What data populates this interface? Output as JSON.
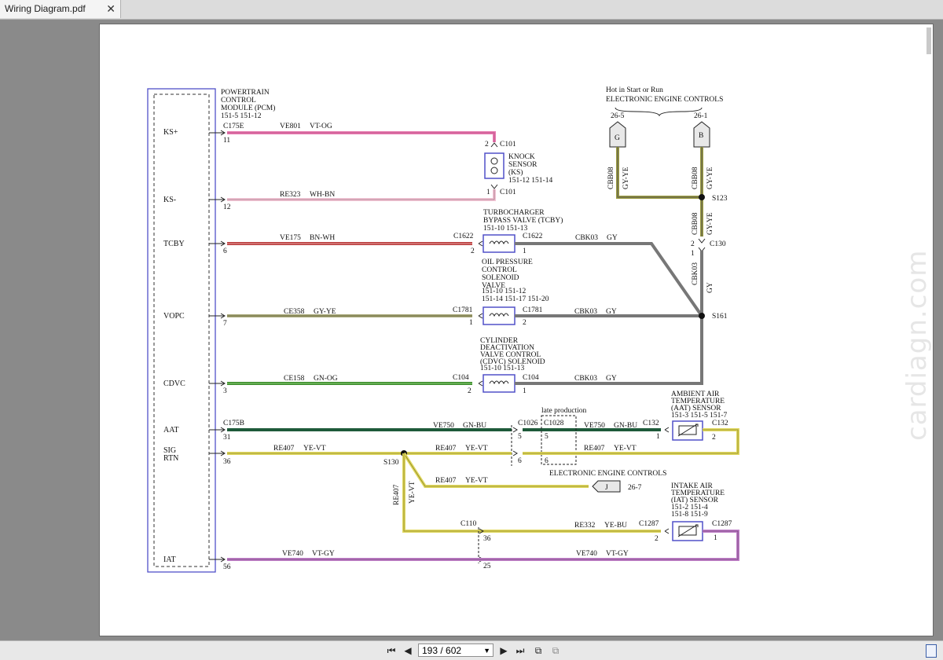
{
  "tab": {
    "title": "Wiring Diagram.pdf",
    "close": "✕"
  },
  "toolbar": {
    "page_display": "193 / 602",
    "icons": [
      "first-page-icon",
      "prev-page-icon",
      "next-page-icon",
      "last-page-icon",
      "fit-page-icon",
      "fit-width-icon",
      "sidebar-icon"
    ]
  },
  "watermark": "cardiagn.com",
  "diagram": {
    "pcm": {
      "l1": "POWERTRAIN",
      "l2": "CONTROL",
      "l3": "MODULE (PCM)",
      "l4": "151-5     151-12"
    },
    "pins": {
      "ks_plus": "KS+",
      "ks_minus": "KS-",
      "tcby": "TCBY",
      "vopc": "VOPC",
      "cdvc": "CDVC",
      "aat": "AAT",
      "sig": "SIG",
      "rtn": "RTN",
      "iat": "IAT"
    },
    "pin_nums": {
      "p11": "11",
      "p12": "12",
      "p6": "6",
      "p7": "7",
      "p3": "3",
      "p31": "31",
      "p36": "36",
      "p56": "56"
    },
    "conn": {
      "c175e": "C175E",
      "c175b": "C175B",
      "c101": "C101",
      "c1622": "C1622",
      "c1781": "C1781",
      "c104": "C104",
      "c1026": "C1026",
      "c1028": "C1028",
      "c132": "C132",
      "c1287": "C1287",
      "c110": "C110",
      "c130": "C130"
    },
    "wires": {
      "ve801": "VE801",
      "vt_og": "VT-OG",
      "re323": "RE323",
      "wh_bn": "WH-BN",
      "ve175": "VE175",
      "bn_wh": "BN-WH",
      "ce358": "CE358",
      "gy_ye": "GY-YE",
      "ce158": "CE158",
      "gn_og": "GN-OG",
      "ve750": "VE750",
      "gn_bu": "GN-BU",
      "re407": "RE407",
      "ye_vt": "YE-VT",
      "re332": "RE332",
      "ye_bu": "YE-BU",
      "ve740": "VE740",
      "vt_gy": "VT-GY",
      "cbk03": "CBK03",
      "gy": "GY",
      "cbb08": "CBB08"
    },
    "ks": {
      "l1": "KNOCK",
      "l2": "SENSOR",
      "l3": "(KS)",
      "l4": "151-12    151-14"
    },
    "tcbv": {
      "l1": "TURBOCHARGER",
      "l2": "BYPASS VALVE (TCBY)",
      "l3": "151-10    151-13"
    },
    "opcs": {
      "l1": "OIL PRESSURE",
      "l2": "CONTROL",
      "l3": "SOLENOID",
      "l4": "VALVE",
      "l5": "151-10    151-12",
      "l6": "151-14    151-17    151-20"
    },
    "cdvc_sol": {
      "l1": "CYLINDER",
      "l2": "DEACTIVATION",
      "l3": "VALVE CONTROL",
      "l4": "(CDVC) SOLENOID",
      "l5": "151-10    151-13"
    },
    "aat_sensor": {
      "l1": "AMBIENT AIR",
      "l2": "TEMPERATURE",
      "l3": "(AAT) SENSOR",
      "l4": "151-3     151-5     151-7"
    },
    "iat_sensor": {
      "l1": "INTAKE AIR",
      "l2": "TEMPERATURE",
      "l3": "(IAT) SENSOR",
      "l4": "151-2     151-4",
      "l5": "151-8     151-9"
    },
    "hot": {
      "l1": "Hot in Start or Run",
      "l2": "ELECTRONIC ENGINE CONTROLS",
      "g_ref": "26-5",
      "b_ref": "26-1",
      "g": "G",
      "b": "B"
    },
    "eec2": {
      "title": "ELECTRONIC ENGINE CONTROLS",
      "j": "J",
      "ref": "26-7"
    },
    "late": "late production",
    "splices": {
      "s123": "S123",
      "s161": "S161",
      "s130": "S130"
    },
    "nums": {
      "n1": "1",
      "n2": "2",
      "n5": "5",
      "n6": "6",
      "n25": "25",
      "n36": "36"
    }
  }
}
